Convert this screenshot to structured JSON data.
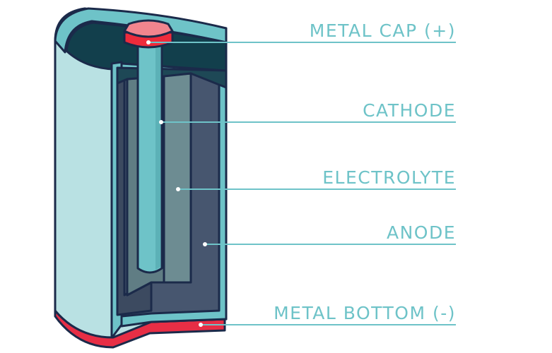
{
  "labels": {
    "metal_cap": "METAL CAP (+)",
    "cathode": "CATHODE",
    "electrolyte": "ELECTROLYTE",
    "anode": "ANODE",
    "metal_bottom": "METAL BOTTOM (-)"
  },
  "colors": {
    "outline": "#1b2a4a",
    "shell_outer": "#b9e1e3",
    "shell_edge": "#6ec3c8",
    "shell_inner_dark": "#123f4c",
    "anode": "#47566f",
    "electrolyte": "#6d8c92",
    "rod": "#6ec3c8",
    "cap": "#f2858e",
    "cap_side": "#ee2b3b",
    "bottom": "#e72e45",
    "leader": "#6ec3c8",
    "label_text": "#6ec3c8"
  }
}
